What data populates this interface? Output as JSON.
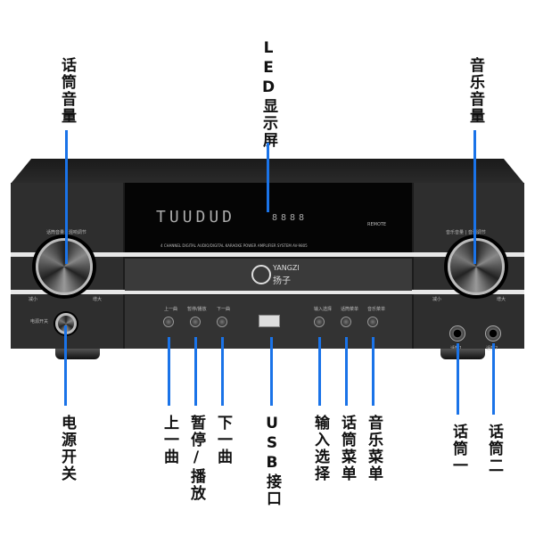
{
  "callouts_top": [
    {
      "label": "话筒音量"
    },
    {
      "label": "LED显示屏"
    },
    {
      "label": "音乐音量"
    }
  ],
  "callouts_bottom": [
    {
      "label": "电源开关"
    },
    {
      "label": "上一曲"
    },
    {
      "label": "暂停/播放"
    },
    {
      "label": "下一曲"
    },
    {
      "label": "USB接口"
    },
    {
      "label": "输入选择"
    },
    {
      "label": "话筒菜单"
    },
    {
      "label": "音乐菜单"
    },
    {
      "label": "话筒一"
    },
    {
      "label": "话筒二"
    }
  ],
  "device": {
    "display_digits": "TUUDUD",
    "display_small": "8888",
    "remote_label": "REMOTE",
    "model_line": "4 CHANNEL DIGITAL AUDIO/DIGITAL KARAOKE POWER AMPLIFIER SYSTEM   AV-9805",
    "brand_en": "YANGZI",
    "brand_cn": "扬子",
    "left_knob_title": "话筒音量 | 混响调节",
    "right_knob_title": "音乐音量 | 音调调节",
    "decrease": "减小",
    "increase": "增大",
    "power_label": "电源开关",
    "buttons": [
      "上一曲",
      "暂停/播放",
      "下一曲",
      "输入选择",
      "话筒菜单",
      "音乐菜单"
    ],
    "mic1": "话筒1",
    "mic2": "话筒2"
  },
  "colors": {
    "accent": "#1a73e8"
  }
}
